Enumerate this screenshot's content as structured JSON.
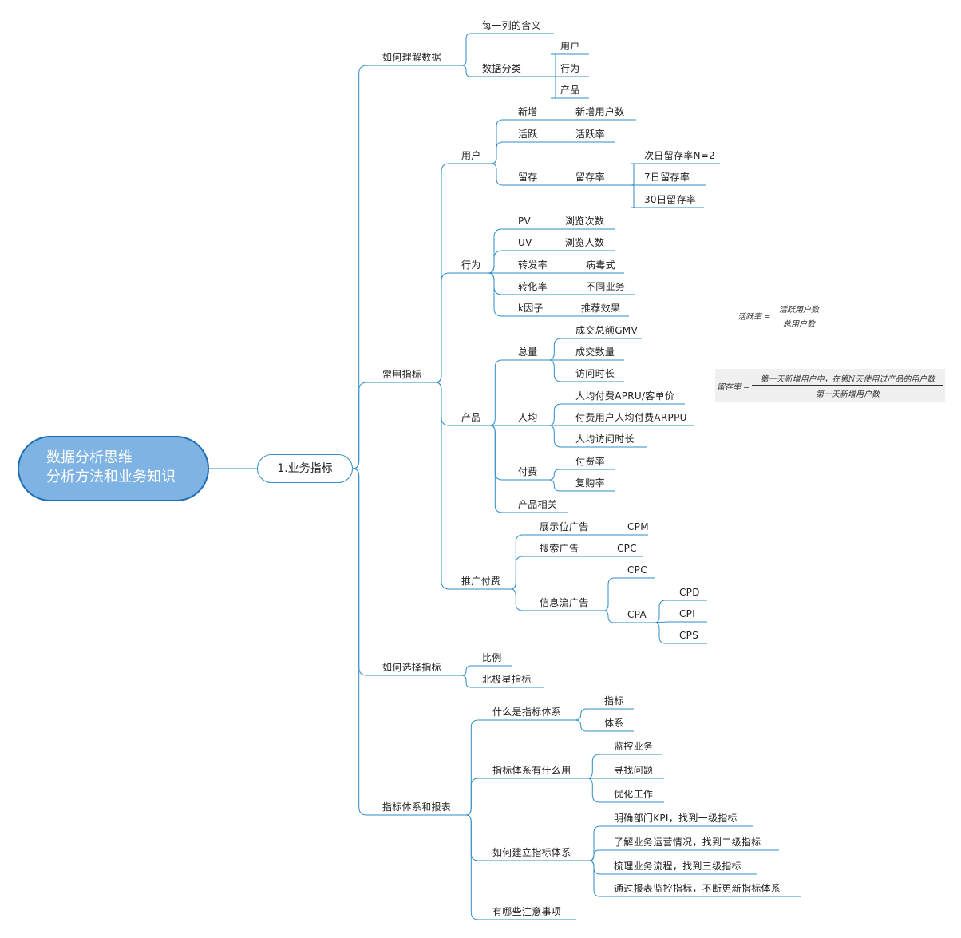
{
  "root": {
    "line1": "数据分析思维",
    "line2": "分析方法和业务知识"
  },
  "main": {
    "label": "1.业务指标"
  },
  "nodes": {
    "understand": "如何理解数据",
    "col_meaning": "每一列的含义",
    "data_class": "数据分类",
    "dc_user": "用户",
    "dc_behavior": "行为",
    "dc_product": "产品",
    "common": "常用指标",
    "user": "用户",
    "new": "新增",
    "new_users": "新增用户数",
    "active": "活跃",
    "active_rate": "活跃率",
    "retain": "留存",
    "retain_rate": "留存率",
    "r_next": "次日留存率N=2",
    "r_7": "7日留存率",
    "r_30": "30日留存率",
    "behavior": "行为",
    "pv": "PV",
    "pv_desc": "浏览次数",
    "uv": "UV",
    "uv_desc": "浏览人数",
    "fwd": "转发率",
    "fwd_desc": "病毒式",
    "conv": "转化率",
    "conv_desc": "不同业务",
    "k": "k因子",
    "k_desc": "推荐效果",
    "product": "产品",
    "total": "总量",
    "gmv": "成交总额GMV",
    "deal_qty": "成交数量",
    "visit_time": "访问时长",
    "per_capita": "人均",
    "arpu": "人均付费APRU/客单价",
    "arppu": "付费用户人均付费ARPPU",
    "per_visit": "人均访问时长",
    "pay": "付费",
    "pay_rate": "付费率",
    "repurchase": "复购率",
    "prod_related": "产品相关",
    "promo": "推广付费",
    "display_ad": "展示位广告",
    "cpm": "CPM",
    "search_ad": "搜索广告",
    "cpc1": "CPC",
    "feed_ad": "信息流广告",
    "cpc2": "CPC",
    "cpa": "CPA",
    "cpd": "CPD",
    "cpi": "CPI",
    "cps": "CPS",
    "choose": "如何选择指标",
    "ratio": "比例",
    "north_star": "北极星指标",
    "system": "指标体系和报表",
    "what_sys": "什么是指标体系",
    "ws_index": "指标",
    "ws_system": "体系",
    "use_sys": "指标体系有什么用",
    "us_monitor": "监控业务",
    "us_find": "寻找问题",
    "us_optimize": "优化工作",
    "build_sys": "如何建立指标体系",
    "b1": "明确部门KPI，找到一级指标",
    "b2": "了解业务运营情况，找到二级指标",
    "b3": "梳理业务流程，找到三级指标",
    "b4": "通过报表监控指标，不断更新指标体系",
    "notes": "有哪些注意事项"
  },
  "formulas": {
    "active": {
      "lhs": "活跃率 =",
      "num": "活跃用户数",
      "den": "总用户数"
    },
    "retention": {
      "lhs": "留存率 =",
      "num": "第一天新增用户中，在第N天使用过产品的用户数",
      "den": "第一天新增用户数"
    }
  },
  "colors": {
    "line": "#2f8ec6",
    "root_fill": "#7fb3e4",
    "root_border": "#1f6fb3"
  }
}
